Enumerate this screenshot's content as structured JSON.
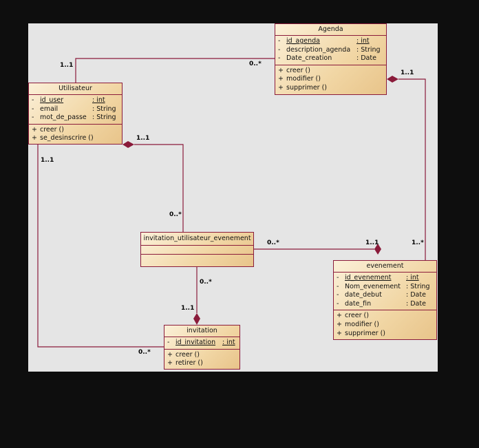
{
  "classes": {
    "agenda": {
      "name": "Agenda",
      "attributes": [
        {
          "vis": "-",
          "name": "id_agenda",
          "type": ": int",
          "key": true
        },
        {
          "vis": "-",
          "name": "description_agenda",
          "type": ": String",
          "key": false
        },
        {
          "vis": "-",
          "name": "Date_creation",
          "type": ": Date",
          "key": false
        }
      ],
      "operations": [
        {
          "vis": "+",
          "name": "creer ()"
        },
        {
          "vis": "+",
          "name": "modifier ()"
        },
        {
          "vis": "+",
          "name": "supprimer ()"
        }
      ]
    },
    "utilisateur": {
      "name": "Utilisateur",
      "attributes": [
        {
          "vis": "-",
          "name": "id_user",
          "type": ": int",
          "key": true
        },
        {
          "vis": "-",
          "name": "email",
          "type": ": String",
          "key": false
        },
        {
          "vis": "-",
          "name": "mot_de_passe",
          "type": ": String",
          "key": false
        }
      ],
      "operations": [
        {
          "vis": "+",
          "name": "creer ()"
        },
        {
          "vis": "+",
          "name": "se_desinscrire ()"
        }
      ]
    },
    "invitation_utilisateur_evenement": {
      "name": "invitation_utilisateur_evenement"
    },
    "evenement": {
      "name": "evenement",
      "attributes": [
        {
          "vis": "-",
          "name": "id_evenement",
          "type": ": int",
          "key": true
        },
        {
          "vis": "-",
          "name": "Nom_evenement",
          "type": ": String",
          "key": false
        },
        {
          "vis": "-",
          "name": "date_debut",
          "type": ": Date",
          "key": false
        },
        {
          "vis": "-",
          "name": "date_fin",
          "type": ": Date",
          "key": false
        }
      ],
      "operations": [
        {
          "vis": "+",
          "name": "creer ()"
        },
        {
          "vis": "+",
          "name": "modifier ()"
        },
        {
          "vis": "+",
          "name": "supprimer ()"
        }
      ]
    },
    "invitation": {
      "name": "invitation",
      "attributes": [
        {
          "vis": "-",
          "name": "id_invitation",
          "type": ": int",
          "key": true
        }
      ],
      "operations": [
        {
          "vis": "+",
          "name": "creer ()"
        },
        {
          "vis": "+",
          "name": "retirer ()"
        }
      ]
    }
  },
  "multiplicities": {
    "user_agenda_user_end": "1..1",
    "user_agenda_agenda_end": "0..*",
    "agenda_evenement_agenda_end": "1..1",
    "agenda_evenement_evenement_end": "1..*",
    "user_iue_user_end": "1..1",
    "user_iue_iue_end": "0..*",
    "iue_evenement_iue_end": "0..*",
    "iue_evenement_evenement_end": "1..1",
    "iue_invitation_iue_end": "0..*",
    "iue_invitation_invitation_end": "1..1",
    "user_invitation_user_end": "1..1",
    "user_invitation_invitation_end": "0..*"
  },
  "colors": {
    "line": "#8a1a3a",
    "canvas": "#e5e5e5",
    "background": "#0e0e0e"
  }
}
